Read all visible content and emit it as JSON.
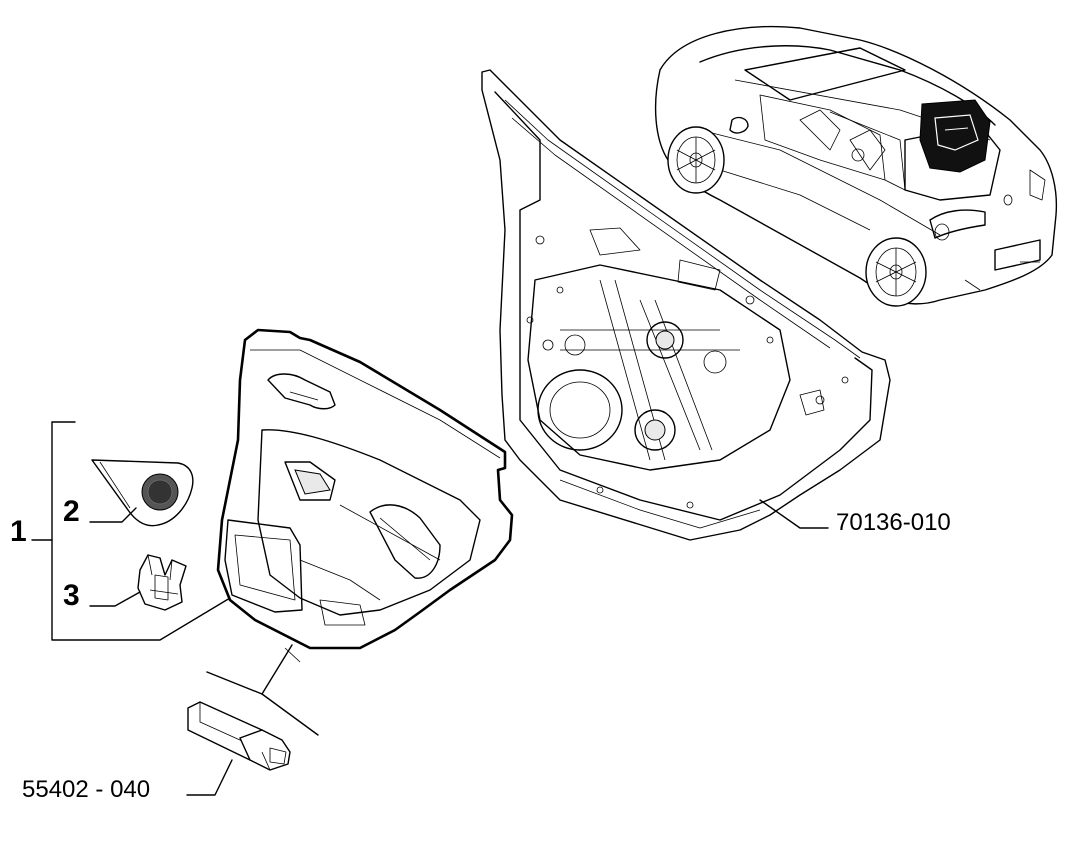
{
  "callouts": {
    "assembly": "1",
    "speaker_grille": "2",
    "clip": "3",
    "door_shell_code": "70136-010",
    "switch_code": "55402 - 040"
  }
}
